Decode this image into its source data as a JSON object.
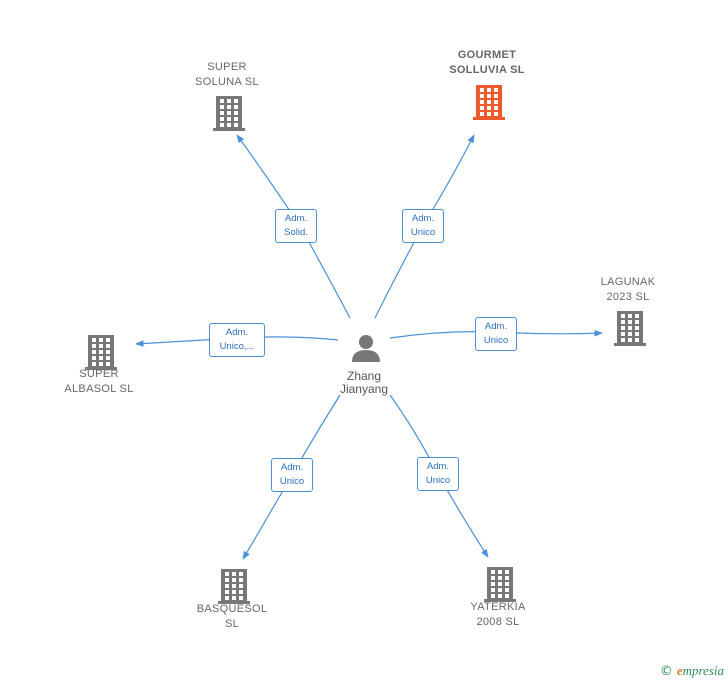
{
  "colors": {
    "edge": "#4a90d9",
    "building": "#777777",
    "building_highlight": "#ef5a2a",
    "person": "#777777",
    "brand": "#2e8b57",
    "brand_e": "#e8751a"
  },
  "person": {
    "icon": "person-icon",
    "line1": "Zhang",
    "line2": "Jianyang"
  },
  "companies": [
    {
      "id": "super-soluna",
      "lines": [
        "SUPER",
        "SOLUNA  SL"
      ],
      "highlight": false,
      "icon": "building-icon"
    },
    {
      "id": "gourmet-solluvia",
      "lines": [
        "GOURMET",
        "SOLLUVIA  SL"
      ],
      "highlight": true,
      "icon": "building-icon"
    },
    {
      "id": "lagunak-2023",
      "lines": [
        "LAGUNAK",
        "2023  SL"
      ],
      "highlight": false,
      "icon": "building-icon"
    },
    {
      "id": "super-albasol",
      "lines": [
        "SUPER",
        "ALBASOL  SL"
      ],
      "highlight": false,
      "icon": "building-icon"
    },
    {
      "id": "basquesol",
      "lines": [
        "BASQUESOL",
        "SL"
      ],
      "highlight": false,
      "icon": "building-icon"
    },
    {
      "id": "yaterkia-2008",
      "lines": [
        "YATERKIA",
        "2008  SL"
      ],
      "highlight": false,
      "icon": "building-icon"
    }
  ],
  "roles": [
    {
      "company": "super-soluna",
      "lines": [
        "Adm.",
        "Solid."
      ]
    },
    {
      "company": "gourmet-solluvia",
      "lines": [
        "Adm.",
        "Unico"
      ]
    },
    {
      "company": "lagunak-2023",
      "lines": [
        "Adm.",
        "Unico"
      ]
    },
    {
      "company": "super-albasol",
      "lines": [
        "Adm.",
        "Unico,..."
      ]
    },
    {
      "company": "basquesol",
      "lines": [
        "Adm.",
        "Unico"
      ]
    },
    {
      "company": "yaterkia-2008",
      "lines": [
        "Adm.",
        "Unico"
      ]
    }
  ],
  "brand": {
    "copyright": "©",
    "initial": "e",
    "rest": "mpresia"
  }
}
